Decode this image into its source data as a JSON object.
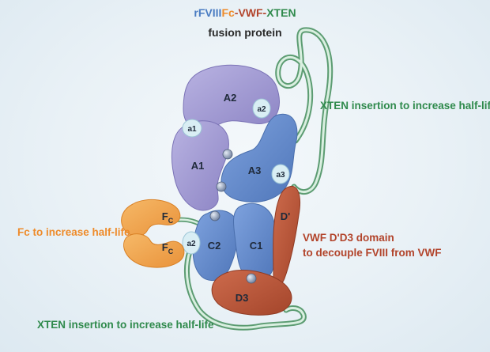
{
  "title": {
    "part1": "rFVIII",
    "part2": "Fc",
    "part3": "-VWF-",
    "part4": "XTEN",
    "colors": {
      "rfviii": "#4a7cc2",
      "fc": "#ee8b2a",
      "vwf": "#b2442b",
      "xten": "#2f8a4c"
    }
  },
  "subtitle": "fusion protein",
  "labels": {
    "xten_top": "XTEN insertion to increase half-life",
    "fc": "Fc to increase half-life",
    "vwf_line1": "VWF D'D3 domain",
    "vwf_line2": "to decouple FVIII from VWF",
    "xten_bottom": "XTEN insertion to increase half-life"
  },
  "domains": {
    "a2": "A2",
    "a2_small": "a2",
    "a1_small": "a1",
    "a1": "A1",
    "a3": "A3",
    "a3_small": "a3",
    "c2": "C2",
    "c1": "C1",
    "d_prime": "D'",
    "d3": "D3",
    "a2_lower_small": "a2",
    "fc_main": "F",
    "fc_sub": "C"
  },
  "colors": {
    "a_domains": "#9d96cf",
    "c_domains": "#5f87c9",
    "vwf_domains": "#b8553a",
    "fc_domains": "#f1a347",
    "xten_tube": "#6fae84",
    "connector_ball": "#7b8fb0"
  }
}
